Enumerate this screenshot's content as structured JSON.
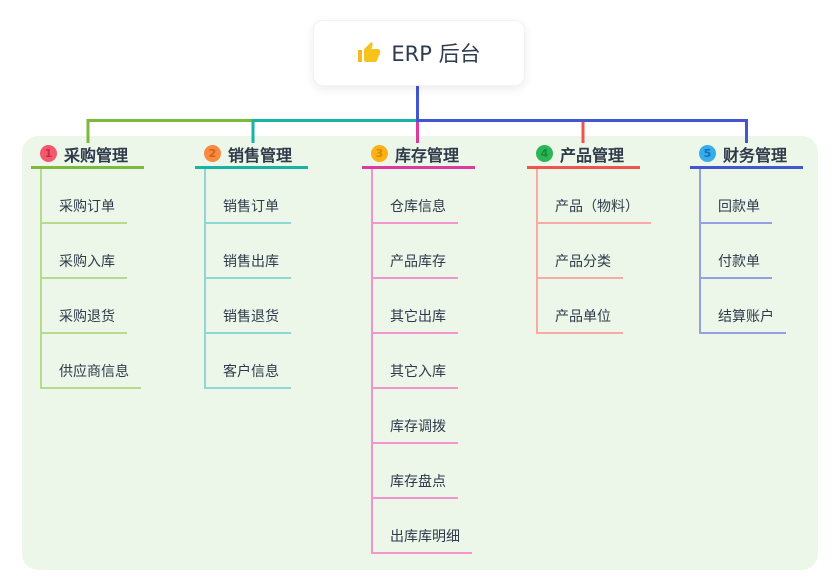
{
  "root": {
    "title": "ERP 后台",
    "icon": "thumbs-up-icon"
  },
  "colors": {
    "panel_bg": "#ecf7e9",
    "text": "#2e3a4a",
    "root_line": "#4156d0"
  },
  "branches": [
    {
      "index": "1",
      "title": "采购管理",
      "colors": {
        "main": "#7cb93e",
        "light": "#b5db8c",
        "badge_bg": "#f4586c",
        "badge_fg": "#c62d4c"
      },
      "children": [
        "采购订单",
        "采购入库",
        "采购退货",
        "供应商信息"
      ]
    },
    {
      "index": "2",
      "title": "销售管理",
      "colors": {
        "main": "#17b3a6",
        "light": "#8ed8d1",
        "badge_bg": "#f88a41",
        "badge_fg": "#d55f12"
      },
      "children": [
        "销售订单",
        "销售出库",
        "销售退货",
        "客户信息"
      ]
    },
    {
      "index": "3",
      "title": "库存管理",
      "colors": {
        "main": "#dd3aa0",
        "light": "#f295cd",
        "badge_bg": "#fcb117",
        "badge_fg": "#d78c00"
      },
      "children": [
        "仓库信息",
        "产品库存",
        "其它出库",
        "其它入库",
        "库存调拨",
        "库存盘点",
        "出库库明细"
      ]
    },
    {
      "index": "4",
      "title": "产品管理",
      "colors": {
        "main": "#f0544e",
        "light": "#f8aaa6",
        "badge_bg": "#2db655",
        "badge_fg": "#148c3c"
      },
      "children": [
        "产品（物料）",
        "产品分类",
        "产品单位"
      ]
    },
    {
      "index": "5",
      "title": "财务管理",
      "colors": {
        "main": "#4156d0",
        "light": "#90a2e4",
        "badge_bg": "#38aee9",
        "badge_fg": "#0d6fc0"
      },
      "children": [
        "回款单",
        "付款单",
        "结算账户"
      ]
    }
  ]
}
